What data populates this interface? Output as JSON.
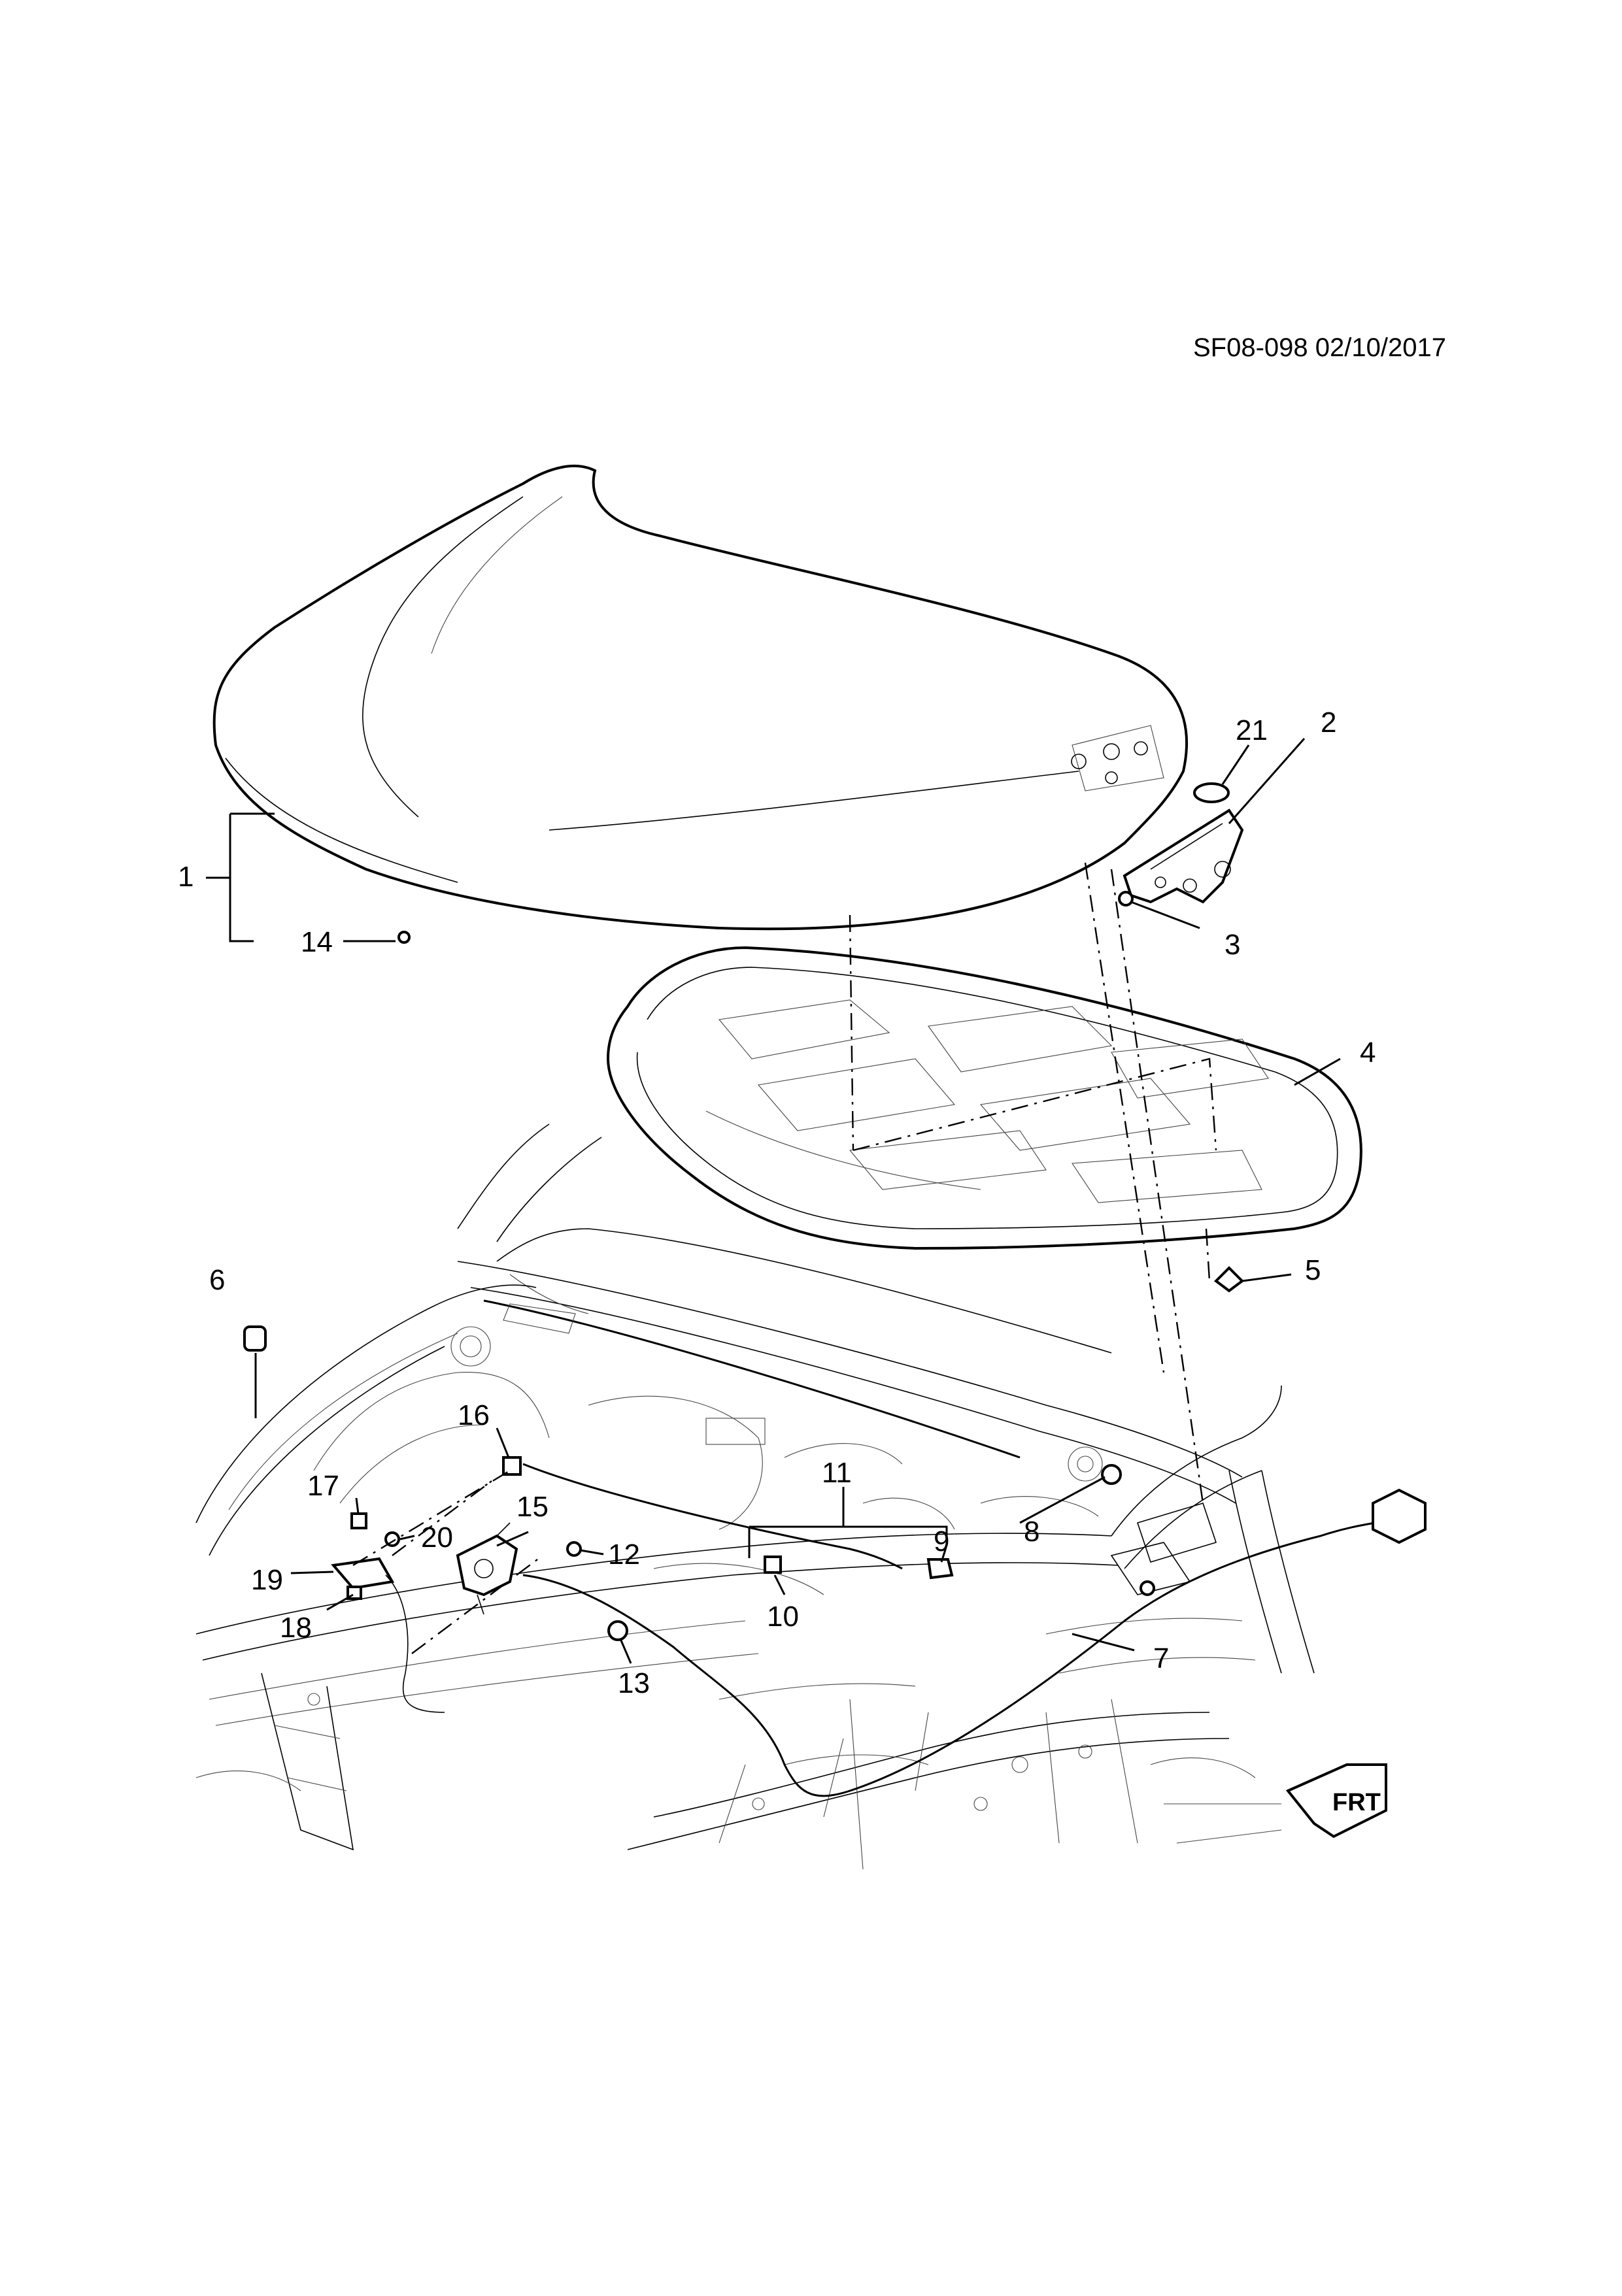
{
  "diagram": {
    "drawing_code": "SF08-098 02/10/2017",
    "front_marker": "FRT",
    "callouts": [
      {
        "id": "1",
        "label": "1"
      },
      {
        "id": "2",
        "label": "2"
      },
      {
        "id": "3",
        "label": "3"
      },
      {
        "id": "4",
        "label": "4"
      },
      {
        "id": "5",
        "label": "5"
      },
      {
        "id": "6",
        "label": "6"
      },
      {
        "id": "7",
        "label": "7"
      },
      {
        "id": "8",
        "label": "8"
      },
      {
        "id": "9",
        "label": "9"
      },
      {
        "id": "10",
        "label": "10"
      },
      {
        "id": "11",
        "label": "11"
      },
      {
        "id": "12",
        "label": "12"
      },
      {
        "id": "13",
        "label": "13"
      },
      {
        "id": "14",
        "label": "14"
      },
      {
        "id": "15",
        "label": "15"
      },
      {
        "id": "16",
        "label": "16"
      },
      {
        "id": "17",
        "label": "17"
      },
      {
        "id": "18",
        "label": "18"
      },
      {
        "id": "19",
        "label": "19"
      },
      {
        "id": "20",
        "label": "20"
      },
      {
        "id": "21",
        "label": "21"
      }
    ]
  }
}
